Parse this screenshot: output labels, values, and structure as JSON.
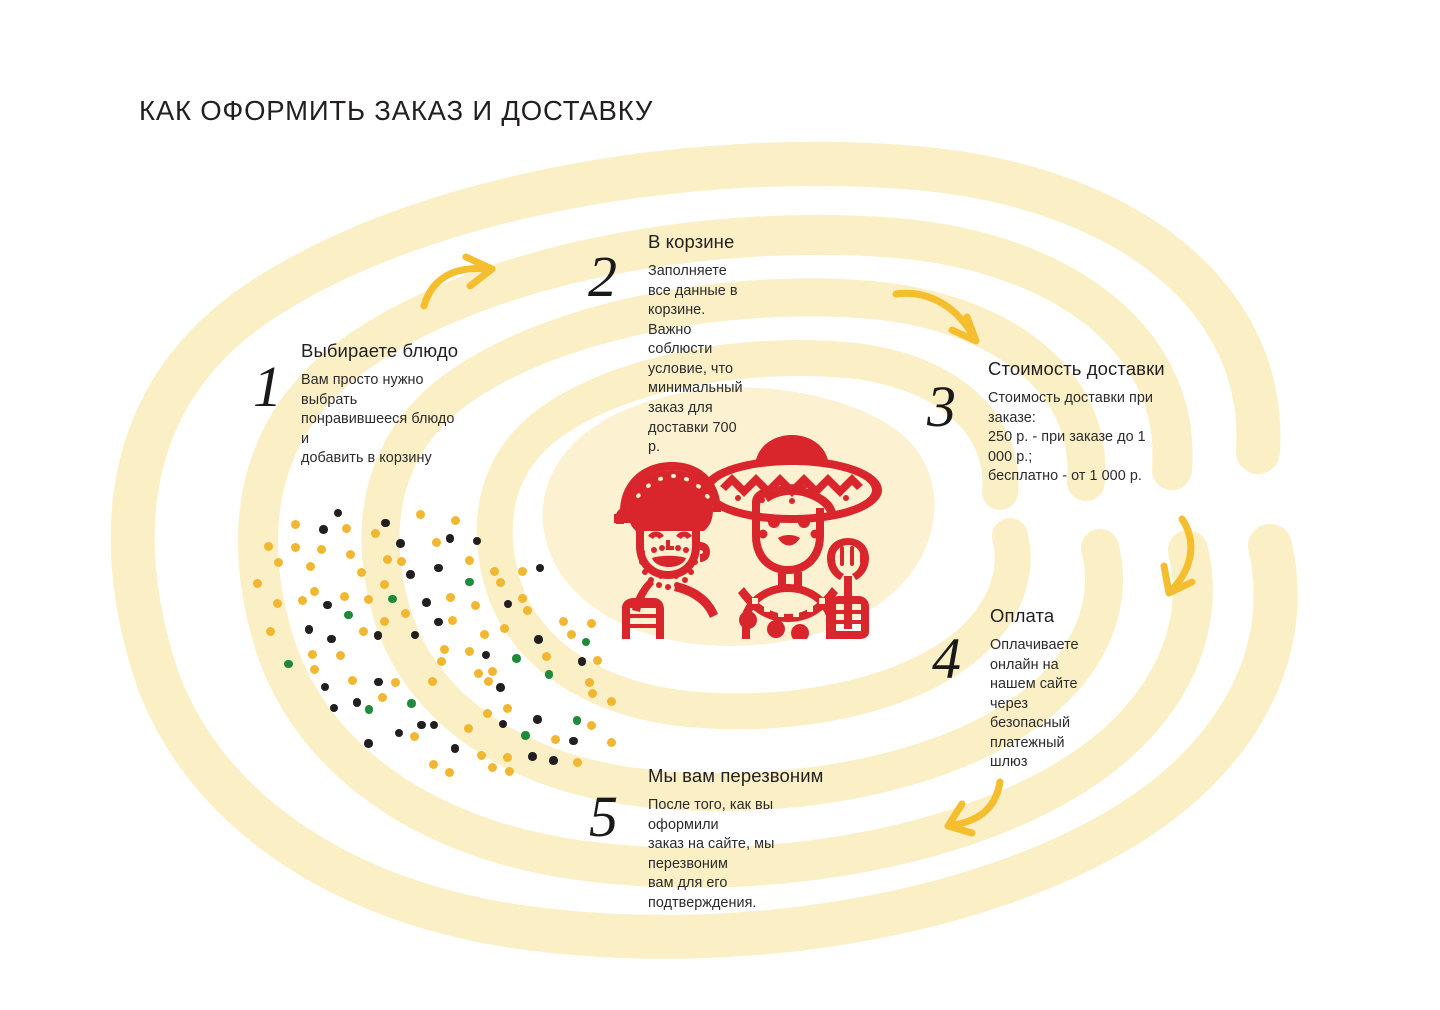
{
  "page": {
    "title": "КАК ОФОРМИТЬ ЗАКАЗ И ДОСТАВКУ",
    "background_color": "#ffffff"
  },
  "palette": {
    "band_cream": "#FBEFC5",
    "band_cream_soft": "#FCF2D2",
    "arrow_gold": "#F5BE2E",
    "illustration_red": "#D8262C",
    "text_dark": "#231f20",
    "confetti_yellow": "#F2B730",
    "confetti_black": "#231f20",
    "confetti_green": "#1F8A3B"
  },
  "steps": [
    {
      "number": "1",
      "heading": "Выбираете блюдо",
      "text": "Вам просто нужно выбрать\nпонравившееся блюдо и\nдобавить в корзину"
    },
    {
      "number": "2",
      "heading": "В корзине",
      "text": "Заполняете все данные в\nкорзине. Важно соблюсти\nусловие, что минимальный\nзаказ для доставки 700 р."
    },
    {
      "number": "3",
      "heading": "Стоимость доставки",
      "text": "Стоимость доставки при\nзаказе:\n250 р. - при заказе до 1 000 р.;\nбесплатно - от 1 000 р."
    },
    {
      "number": "4",
      "heading": "Оплата",
      "text": "Оплачиваете онлайн на\nнашем сайте через\nбезопасный платежный шлюз"
    },
    {
      "number": "5",
      "heading": "Мы вам перезвоним",
      "text": "После того, как вы оформили\nзаказ на сайте, мы перезвоним\nвам для его подтверждения."
    }
  ],
  "arrows": [
    {
      "name": "arrow-step1-to-step2",
      "direction": "up-right"
    },
    {
      "name": "arrow-step2-to-step3",
      "direction": "down-right"
    },
    {
      "name": "arrow-step3-to-step4",
      "direction": "down"
    },
    {
      "name": "arrow-step4-to-step5",
      "direction": "down-left"
    }
  ],
  "illustration": {
    "name": "two-mexican-cooks-illustration",
    "description": "Красная линейная иллюстрация: бородатый мужчина в кепке и женщина в сомбреро с лопаткой",
    "color": "#D8262C"
  }
}
